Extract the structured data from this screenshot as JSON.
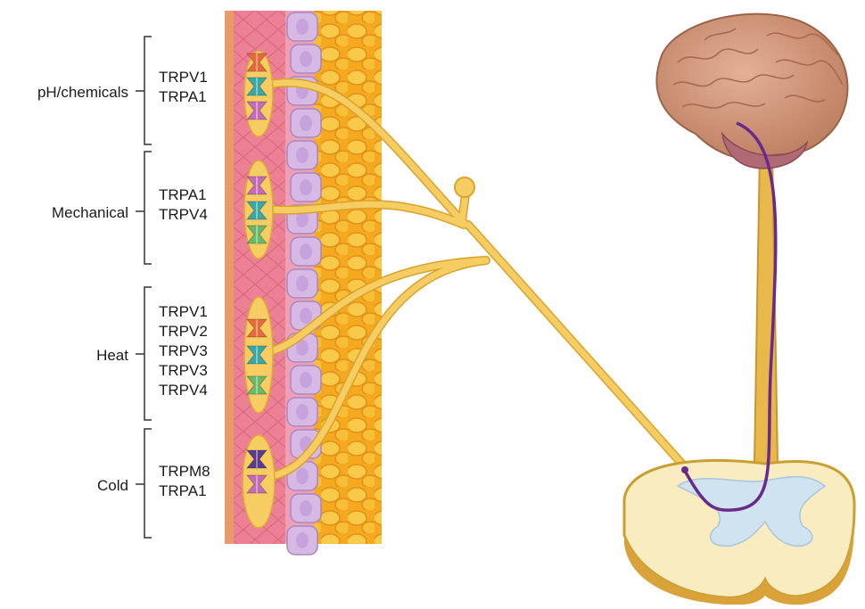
{
  "groups": [
    {
      "category": "pH/chemicals",
      "receptors": [
        "TRPV1",
        "TRPA1"
      ]
    },
    {
      "category": "Mechanical",
      "receptors": [
        "TRPA1",
        "TRPV4"
      ]
    },
    {
      "category": "Heat",
      "receptors": [
        "TRPV1",
        "TRPV2",
        "TRPV3",
        "TRPV3",
        "TRPV4"
      ]
    },
    {
      "category": "Cold",
      "receptors": [
        "TRPM8",
        "TRPA1"
      ]
    }
  ],
  "colors": {
    "nerve": "#f2c24e",
    "nerve_edge": "#d9a22c",
    "dermis": "#e9748a",
    "epidermis_cells": "#d7b9e6",
    "fat": "#f6b52a",
    "pathway": "#6a2a8c",
    "receptor_trpv1": "#e86a3a",
    "receptor_trpa1": "#c56ab8",
    "receptor_trpv4": "#38a8a8",
    "receptor_green": "#6ab86a",
    "receptor_trpm8": "#5a3c8c",
    "brain": "#d49a7a",
    "spinal_gray": "#cfe3f0"
  }
}
